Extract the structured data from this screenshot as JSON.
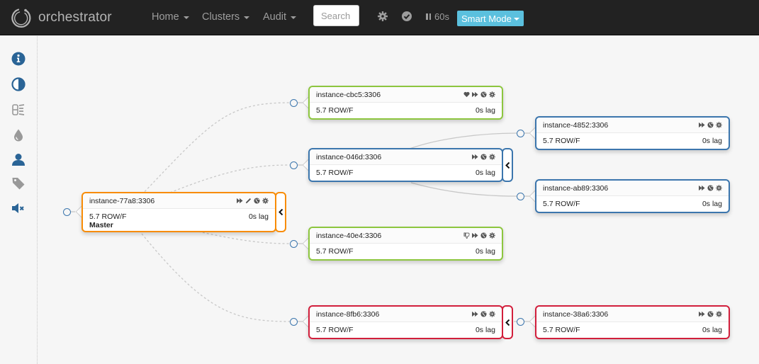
{
  "navbar": {
    "brand": "orchestrator",
    "menus": [
      {
        "label": "Home"
      },
      {
        "label": "Clusters"
      },
      {
        "label": "Audit"
      }
    ],
    "search_placeholder": "Search",
    "refresh_label": "60s",
    "mode_label": "Smart Mode",
    "colors": {
      "background": "#222222",
      "mode_button": "#5bc0de"
    }
  },
  "sidebar": {
    "items": [
      {
        "icon": "info-icon",
        "color": "#2a6496"
      },
      {
        "icon": "contrast-icon",
        "color": "#2a6496"
      },
      {
        "icon": "compare-icon",
        "color": "#999999"
      },
      {
        "icon": "drop-icon",
        "color": "#999999"
      },
      {
        "icon": "user-icon",
        "color": "#2a6496"
      },
      {
        "icon": "tag-icon",
        "color": "#999999"
      },
      {
        "icon": "mute-icon",
        "color": "#2a6496"
      }
    ]
  },
  "colors": {
    "master": "#f88c06",
    "healthy_leaf": "#8dc63f",
    "intermediate": "#3c76ad",
    "problem": "#d21f3c",
    "link_dashed": "#c8c8c8",
    "link_solid": "#c8c8c8"
  },
  "instances": [
    {
      "id": "master",
      "name": "instance-77a8:3306",
      "version": "5.7 ROW/F",
      "lag": "0s lag",
      "role": "Master",
      "color": "orange",
      "icons": [
        "forward-icon",
        "pencil-icon",
        "globe-icon",
        "gear-icon"
      ]
    },
    {
      "id": "cbc5",
      "name": "instance-cbc5:3306",
      "version": "5.7 ROW/F",
      "lag": "0s lag",
      "color": "green",
      "icons": [
        "heart-icon",
        "forward-icon",
        "globe-icon",
        "gear-icon"
      ]
    },
    {
      "id": "046d",
      "name": "instance-046d:3306",
      "version": "5.7 ROW/F",
      "lag": "0s lag",
      "color": "blue",
      "icons": [
        "forward-icon",
        "globe-icon",
        "gear-icon"
      ]
    },
    {
      "id": "40e4",
      "name": "instance-40e4:3306",
      "version": "5.7 ROW/F",
      "lag": "0s lag",
      "color": "green",
      "icons": [
        "thumbs-down-icon",
        "forward-icon",
        "globe-icon",
        "gear-icon"
      ]
    },
    {
      "id": "8fb6",
      "name": "instance-8fb6:3306",
      "version": "5.7 ROW/F",
      "lag": "0s lag",
      "color": "red",
      "icons": [
        "forward-icon",
        "globe-icon",
        "gear-icon"
      ]
    },
    {
      "id": "4852",
      "name": "instance-4852:3306",
      "version": "5.7 ROW/F",
      "lag": "0s lag",
      "color": "blue",
      "icons": [
        "forward-icon",
        "globe-icon",
        "gear-icon"
      ]
    },
    {
      "id": "ab89",
      "name": "instance-ab89:3306",
      "version": "5.7 ROW/F",
      "lag": "0s lag",
      "color": "blue",
      "icons": [
        "forward-icon",
        "globe-icon",
        "gear-icon"
      ]
    },
    {
      "id": "38a6",
      "name": "instance-38a6:3306",
      "version": "5.7 ROW/F",
      "lag": "0s lag",
      "color": "red",
      "icons": [
        "forward-icon",
        "globe-icon",
        "gear-icon"
      ]
    }
  ]
}
